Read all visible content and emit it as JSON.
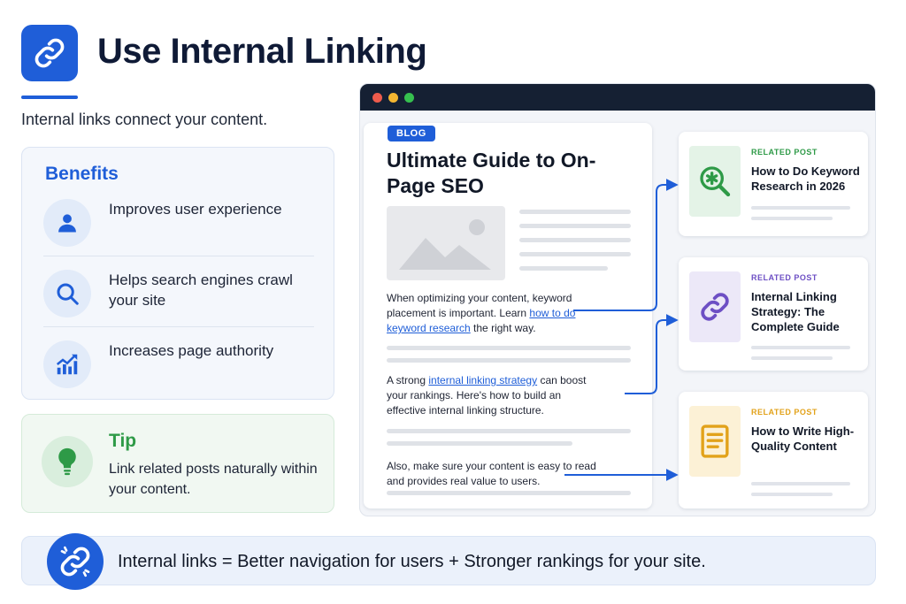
{
  "header": {
    "title": "Use Internal Linking",
    "subtitle": "Internal links connect your content.",
    "icon": "link-icon"
  },
  "benefits": {
    "heading": "Benefits",
    "items": [
      {
        "text": "Improves user experience",
        "icon": "user-icon"
      },
      {
        "text": "Helps search engines crawl your site",
        "icon": "search-icon"
      },
      {
        "text": "Increases page authority",
        "icon": "chart-up-icon"
      }
    ]
  },
  "tip": {
    "heading": "Tip",
    "text": "Link related posts naturally within your content.",
    "icon": "lightbulb-icon"
  },
  "article": {
    "tag": "BLOG",
    "title": "Ultimate Guide to On-Page SEO",
    "p1_before": "When optimizing your content, keyword placement is important. Learn ",
    "p1_link": "how to do keyword research",
    "p1_after": " the right way.",
    "p2_before": "A strong ",
    "p2_link": "internal linking strategy",
    "p2_after": " can boost your rankings. Here's how to build an effective internal linking structure.",
    "p3": "Also, make sure your content is easy to read and provides real value to users."
  },
  "related": [
    {
      "label": "RELATED POST",
      "title": "How to Do Keyword Research in 2026",
      "icon": "keyword-search-icon",
      "accent": "#2e9a47",
      "tint": "#e4f3e7"
    },
    {
      "label": "RELATED POST",
      "title": "Internal Linking Strategy: The Complete Guide",
      "icon": "link-icon",
      "accent": "#6d4fc4",
      "tint": "#ece8f8"
    },
    {
      "label": "RELATED POST",
      "title": "How to Write High-Quality Content",
      "icon": "document-icon",
      "accent": "#e2a21a",
      "tint": "#fcf1d6"
    }
  ],
  "footer": {
    "text": "Internal links = Better navigation for users + Stronger rankings for your site.",
    "icon": "link-icon"
  },
  "colors": {
    "primary": "#1f5ed8",
    "green": "#2e9a47",
    "purple": "#6d4fc4",
    "yellow": "#e2a21a",
    "dark": "#152033"
  }
}
